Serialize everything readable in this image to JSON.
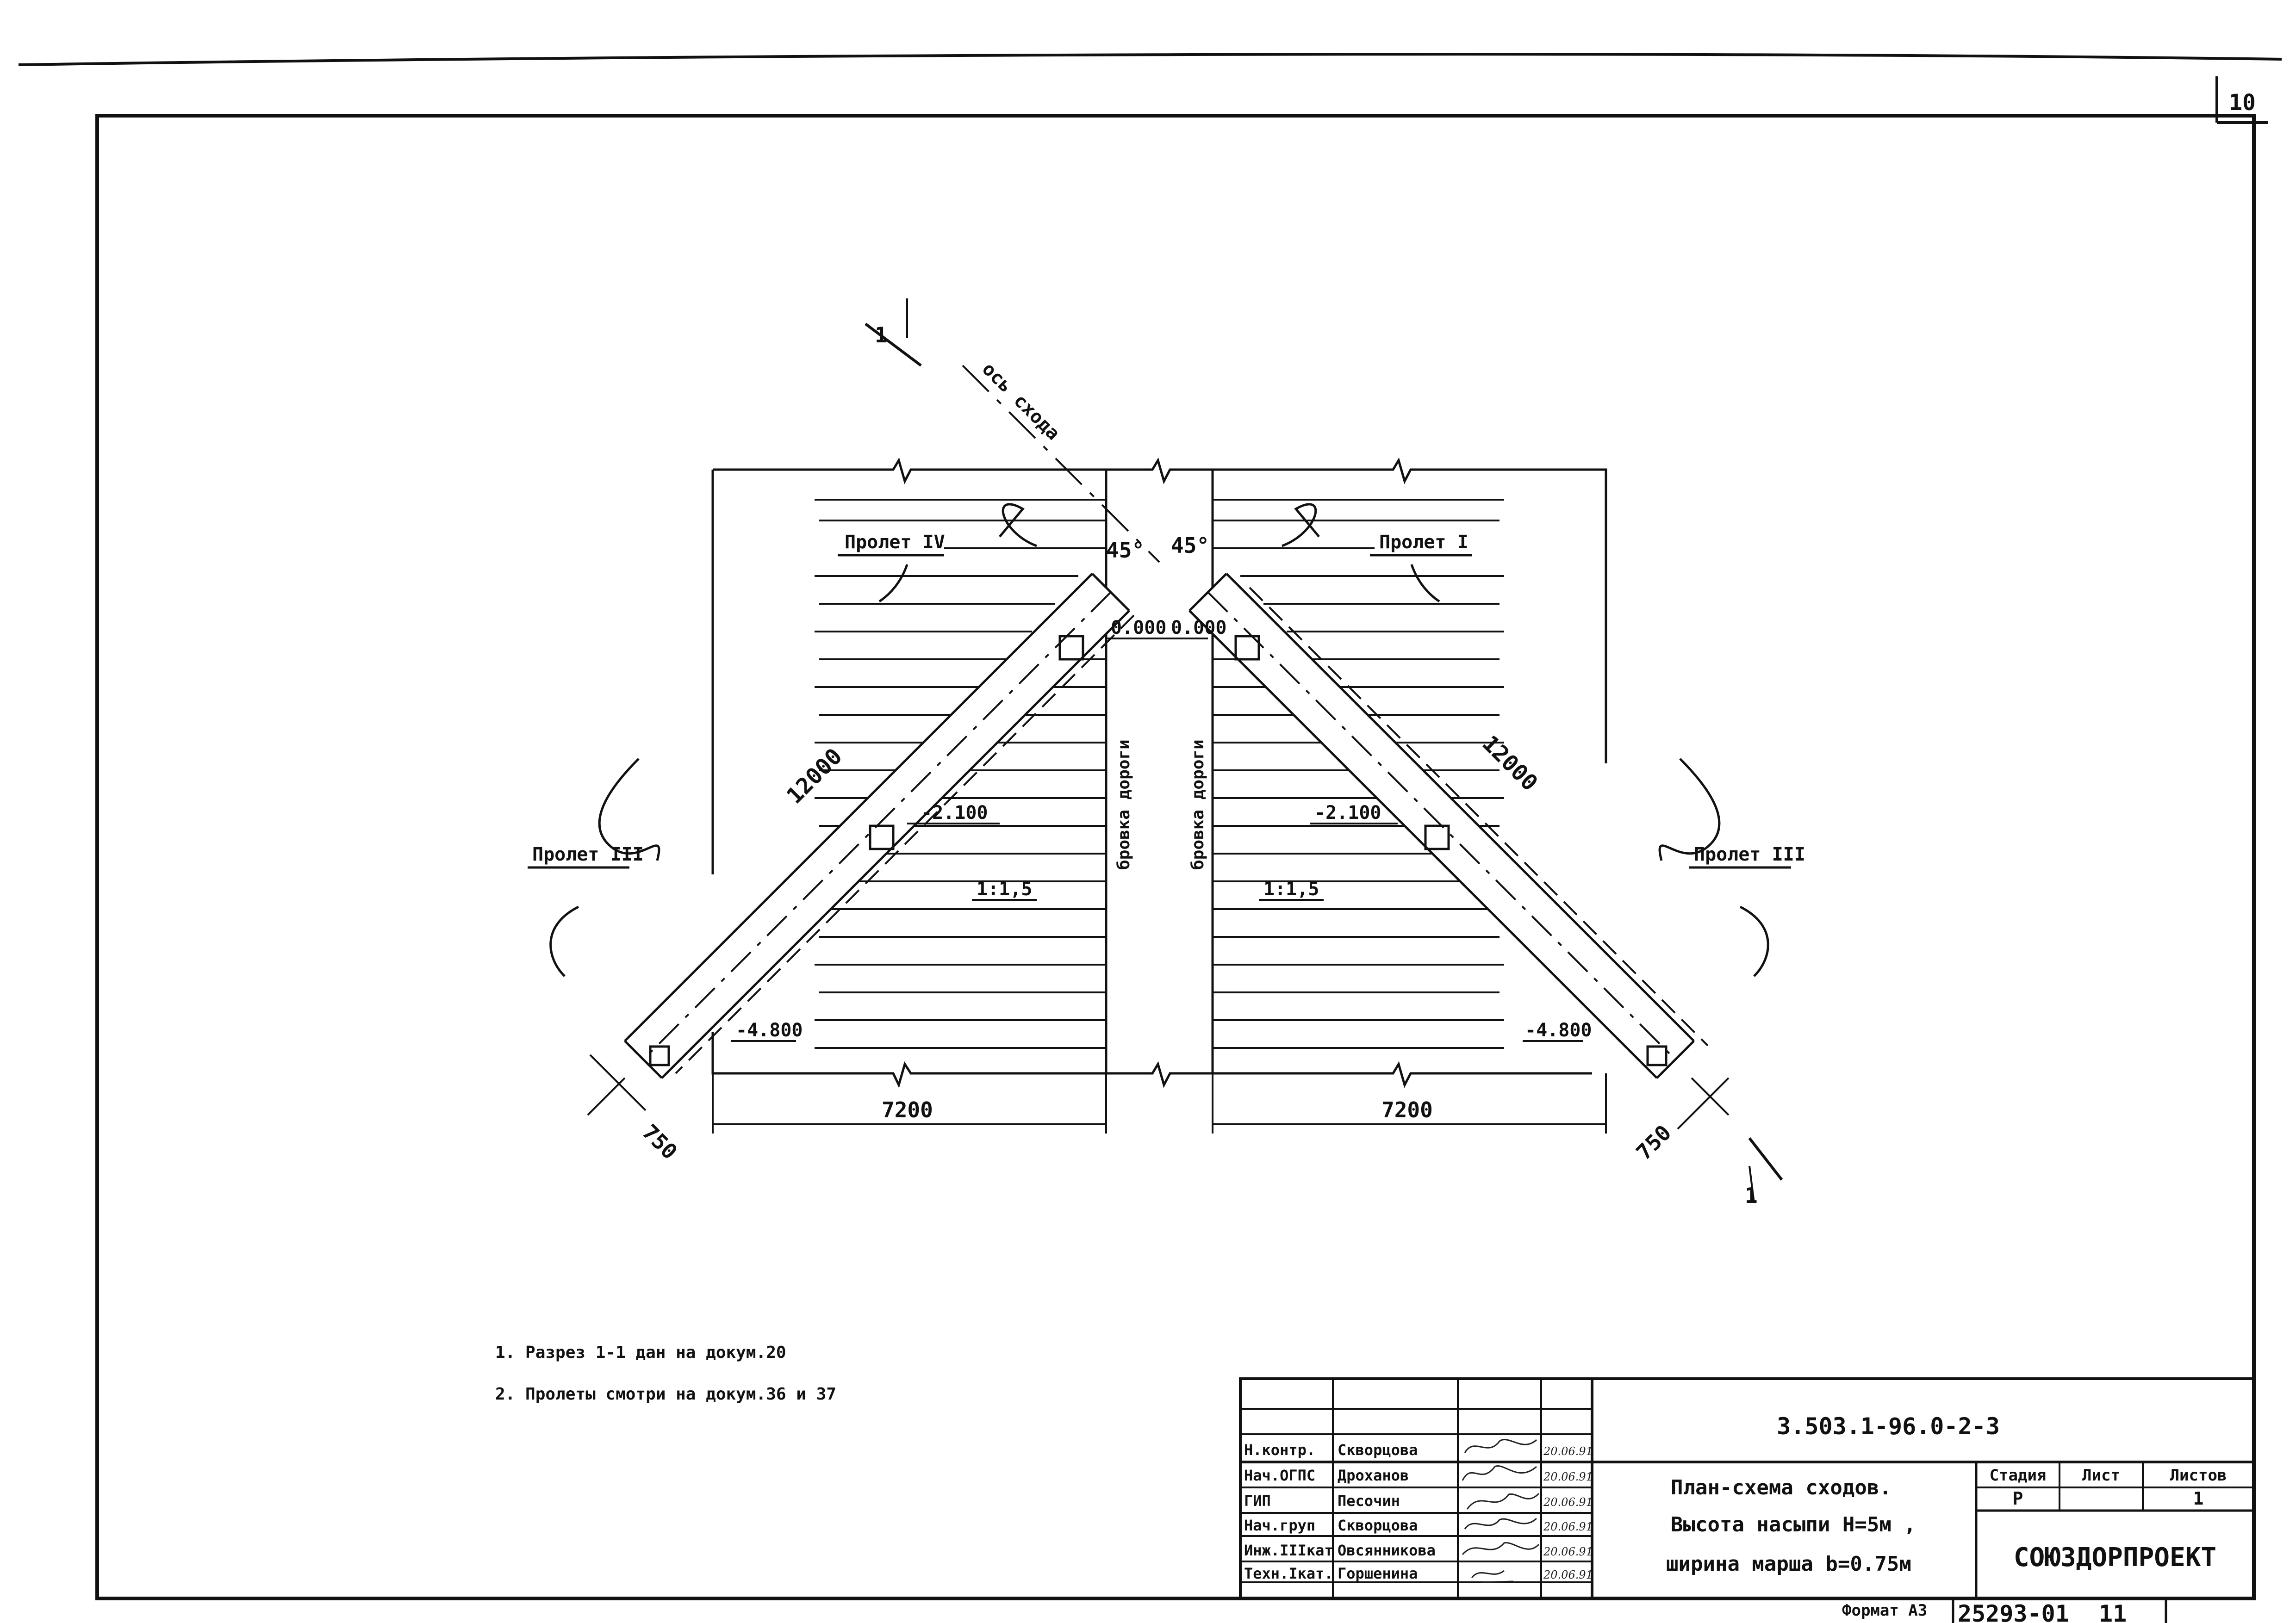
{
  "sheet_number": "10",
  "drawing": {
    "axis_label": "ось схода",
    "section_mark": "1",
    "angles": [
      "45°",
      "45°"
    ],
    "spans": {
      "left_top": "Пролет IV",
      "right_top": "Пролет I",
      "left_side": "Пролет III",
      "right_side": "Пролет III"
    },
    "lengths": {
      "left": "12000",
      "right": "12000"
    },
    "elevations": {
      "left_top": "0.000",
      "right_top": "0.000",
      "left_mid": "-2.100",
      "right_mid": "-2.100",
      "left_bottom": "-4.800",
      "right_bottom": "-4.800"
    },
    "slopes": {
      "left": "1:1,5",
      "right": "1:1,5"
    },
    "road_edge": {
      "left": "бровка дороги",
      "right": "бровка дороги"
    },
    "widths": {
      "left": "7200",
      "right": "7200"
    },
    "march_width": {
      "left": "750",
      "right": "750"
    }
  },
  "notes": [
    "1. Разрез 1-1 дан на докум.20",
    "2. Пролеты смотри на докум.36 и 37"
  ],
  "title_block": {
    "doc_code": "3.503.1-96.0-2-3",
    "title_lines": [
      "План-схема сходов.",
      "Высота насыпи Н=5м ,",
      "ширина марша b=0.75м"
    ],
    "stage_header": "Стадия",
    "sheet_header": "Лист",
    "sheets_header": "Листов",
    "stage": "Р",
    "sheet": "",
    "sheets": "1",
    "organization": "СОЮЗДОРПРОЕКТ",
    "signatures": [
      {
        "role": "Н.контр.",
        "name": "Скворцова",
        "date": "20.06.91"
      },
      {
        "role": "Нач.ОГПС",
        "name": "Дроханов",
        "date": "20.06.91"
      },
      {
        "role": "ГИП",
        "name": "Песочин",
        "date": "20.06.91"
      },
      {
        "role": "Нач.груп",
        "name": "Скворцова",
        "date": "20.06.91"
      },
      {
        "role": "Инж.IIIкат",
        "name": "Овсянникова",
        "date": "20.06.91"
      },
      {
        "role": "Техн.Iкат.",
        "name": "Горшенина",
        "date": "20.06.91"
      }
    ]
  },
  "footer": {
    "format": "Формат А3",
    "inventory": "25293-01",
    "page": "11"
  }
}
